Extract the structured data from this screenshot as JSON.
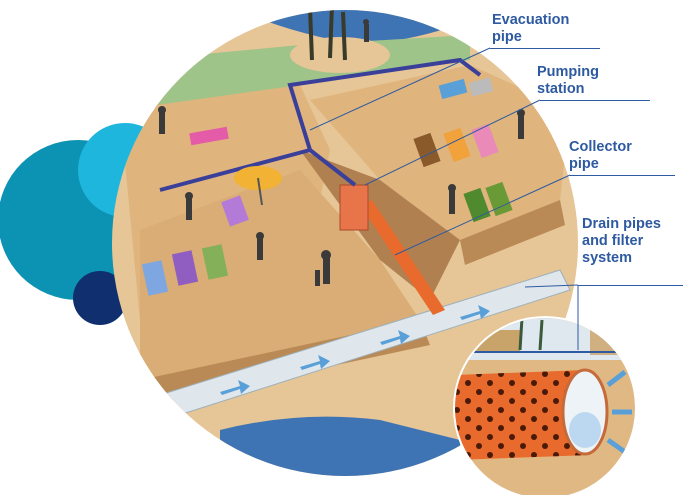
{
  "labels": {
    "evacuation_pipe": "Evacuation\npipe",
    "pumping_station": "Pumping\nstation",
    "collector_pipe": "Collector\npipe",
    "drain_pipes": "Drain pipes\nand filter\nsystem"
  },
  "colors": {
    "label_text": "#2d5aa0",
    "sand": "#e0b884",
    "sand_dark": "#c89d68",
    "water": "#3f74b4",
    "grass": "#9fc489",
    "collector_pipe": "#e86a2c",
    "evacuation_pipe": "#3a3f9a",
    "drain_pipe": "#dfe7ec",
    "flow_arrow": "#5aa0d8",
    "circle_cyan": "#1fb6dd",
    "circle_teal": "#0c93b4",
    "circle_navy": "#0f2f6e"
  }
}
